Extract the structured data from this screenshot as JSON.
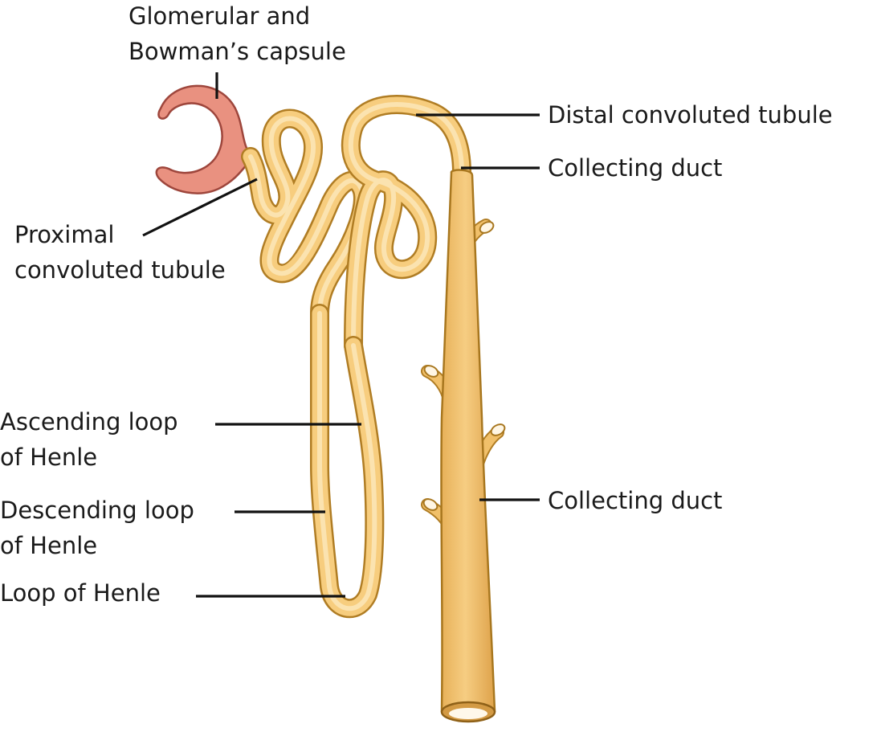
{
  "labels": {
    "glomerular": [
      "Glomerular and",
      "Bowman’s capsule"
    ],
    "distal": [
      "Distal convoluted tubule"
    ],
    "collecting_upper": [
      "Collecting duct"
    ],
    "proximal": [
      "Proximal",
      "convoluted tubule"
    ],
    "ascending": [
      "Ascending loop",
      "of Henle"
    ],
    "descending": [
      "Descending loop",
      "of Henle"
    ],
    "loop": [
      "Loop of Henle"
    ],
    "collecting_lower": [
      "Collecting duct"
    ]
  },
  "colors": {
    "tubule_fill": "#f7cd7e",
    "tubule_outline": "#b07d24",
    "tubule_highlight": "#fbe3b0",
    "capsule_fill": "#e99180",
    "capsule_outline": "#9e463c",
    "duct_fill": "#f1c06a",
    "duct_shadow": "#e3aa4f",
    "leader_line": "#111111"
  }
}
